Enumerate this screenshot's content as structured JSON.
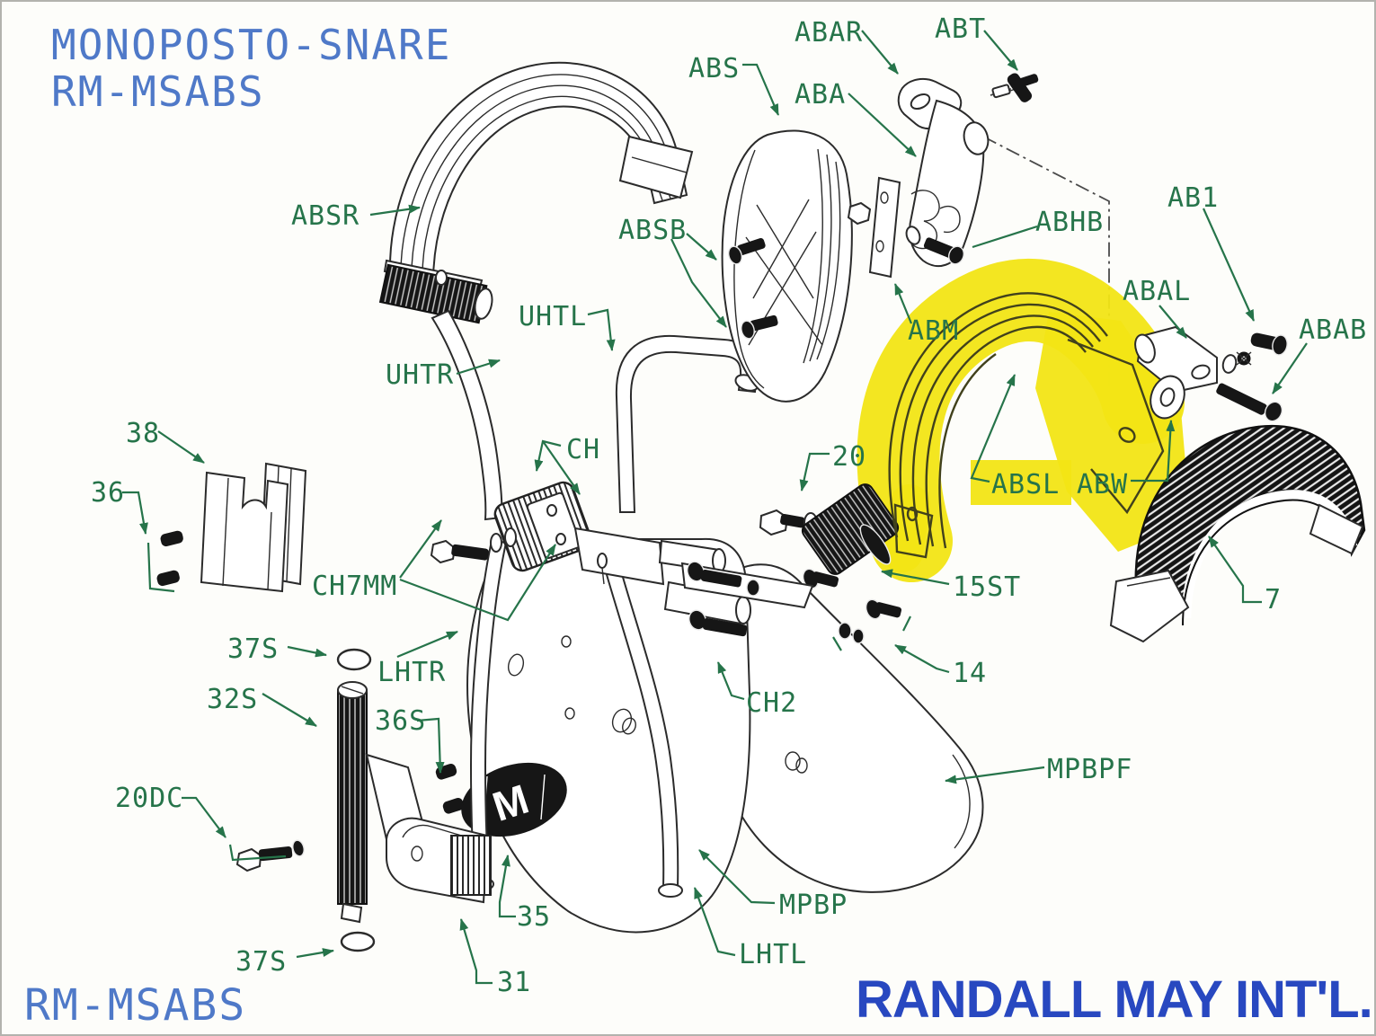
{
  "page": {
    "title_line1": "MONOPOSTO-SNARE",
    "title_line2": "RM-MSABS",
    "footer_model": "RM-MSABS",
    "brand": "RANDALL MAY INT'L.",
    "logo_letter": "M",
    "highlighted_part": "ABSL",
    "colors": {
      "label": "#26744a",
      "title": "#4f79c8",
      "brand": "#2848c0",
      "highlight": "#f2e515",
      "line": "#2b2b2b"
    }
  },
  "part_labels": [
    {
      "id": "ABAR",
      "text": "ABAR"
    },
    {
      "id": "ABT",
      "text": "ABT"
    },
    {
      "id": "ABS",
      "text": "ABS"
    },
    {
      "id": "ABA",
      "text": "ABA"
    },
    {
      "id": "ABSR",
      "text": "ABSR"
    },
    {
      "id": "ABSB",
      "text": "ABSB"
    },
    {
      "id": "AB1",
      "text": "AB1"
    },
    {
      "id": "ABHB",
      "text": "ABHB"
    },
    {
      "id": "ABAL",
      "text": "ABAL"
    },
    {
      "id": "ABAB",
      "text": "ABAB"
    },
    {
      "id": "UHTL",
      "text": "UHTL"
    },
    {
      "id": "UHTR",
      "text": "UHTR"
    },
    {
      "id": "ABM",
      "text": "ABM"
    },
    {
      "id": "38",
      "text": "38"
    },
    {
      "id": "36",
      "text": "36"
    },
    {
      "id": "CH",
      "text": "CH"
    },
    {
      "id": "20",
      "text": "20"
    },
    {
      "id": "ABSL",
      "text": "ABSL"
    },
    {
      "id": "ABW",
      "text": "ABW"
    },
    {
      "id": "CH7MM",
      "text": "CH7MM"
    },
    {
      "id": "15ST",
      "text": "15ST"
    },
    {
      "id": "37S-upper",
      "text": "37S"
    },
    {
      "id": "LHTR",
      "text": "LHTR"
    },
    {
      "id": "14",
      "text": "14"
    },
    {
      "id": "32S",
      "text": "32S"
    },
    {
      "id": "CH2",
      "text": "CH2"
    },
    {
      "id": "36S",
      "text": "36S"
    },
    {
      "id": "MPBPF",
      "text": "MPBPF"
    },
    {
      "id": "20DC",
      "text": "20DC"
    },
    {
      "id": "35",
      "text": "35"
    },
    {
      "id": "MPBP",
      "text": "MPBP"
    },
    {
      "id": "37S-lower",
      "text": "37S"
    },
    {
      "id": "31",
      "text": "31"
    },
    {
      "id": "LHTL",
      "text": "LHTL"
    },
    {
      "id": "7",
      "text": "7"
    }
  ]
}
